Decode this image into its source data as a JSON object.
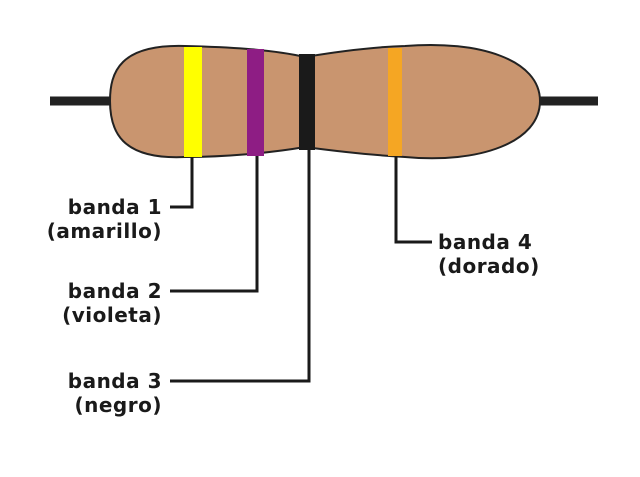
{
  "bands": [
    {
      "label": "banda 1",
      "color_name": "(amarillo)",
      "color": "#ffff00"
    },
    {
      "label": "banda 2",
      "color_name": "(violeta)",
      "color": "#8e1d84"
    },
    {
      "label": "banda 3",
      "color_name": "(negro)",
      "color": "#1a1a1a"
    },
    {
      "label": "banda 4",
      "color_name": "(dorado)",
      "color": "#f5a623"
    }
  ],
  "body_color": "#c9956f",
  "lead_color": "#222222"
}
